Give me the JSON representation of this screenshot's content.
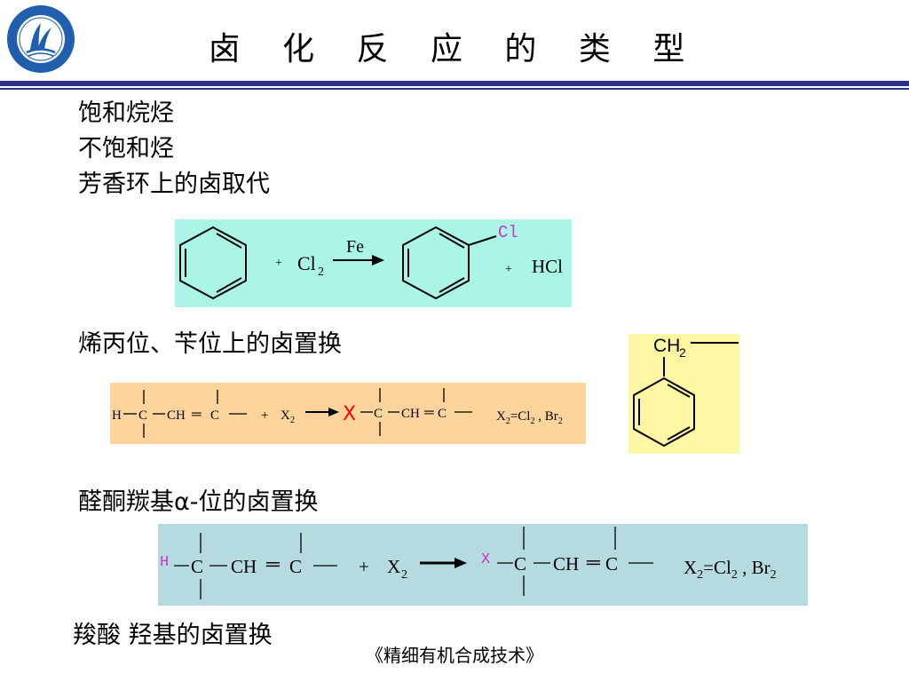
{
  "page": {
    "title": "卤 化 反 应 的 类 型",
    "logo_icon": "university-seal-icon",
    "rule_color": "#2b2f8f"
  },
  "categories": {
    "saturated": "饱和烷烃",
    "unsaturated": "不饱和烃",
    "aromatic": "芳香环上的卤取代",
    "allylic": "烯丙位、苄位上的卤置换",
    "carbonyl_alpha": "醛酮羰基α-位的卤置换",
    "carboxyl": "羧酸 羟基的卤置换"
  },
  "reaction1": {
    "plus1": "+",
    "reagent": "Cl",
    "reagent_sub": "2",
    "catalyst": "Fe",
    "substituent": "Cl",
    "plus2": "+",
    "byproduct": "HCl",
    "bg": "#aaf5e6"
  },
  "reaction2": {
    "h": "H",
    "c1": "C",
    "ch": "CH",
    "eq": "═",
    "c2": "C",
    "plus": "+",
    "x": "X",
    "x_sub": "2",
    "product_x": "X",
    "p_c1": "C",
    "p_ch": "CH",
    "p_eq": "═",
    "p_c2": "C",
    "note_x": "X",
    "note_sub": "2",
    "note_rest": "=Cl",
    "note_sub2": "2",
    "note_br": " , Br",
    "note_sub3": "2",
    "bg": "#fdd49b"
  },
  "benzyl": {
    "ch": "CH",
    "ch_sub": "2",
    "bg": "#fdf7a3"
  },
  "reaction3": {
    "h": "H",
    "c1": "C",
    "ch": "CH",
    "eq": "═",
    "c2": "C",
    "plus": "+",
    "x": "X",
    "x_sub": "2",
    "product_x": "X",
    "p_c1": "C",
    "p_ch": "CH",
    "p_eq": "═",
    "p_c2": "C",
    "note_x": "X",
    "note_sub": "2",
    "note_rest": "=Cl",
    "note_sub2": "2",
    "note_br": " , Br",
    "note_sub3": "2",
    "bg": "#b5dbe0"
  },
  "footer": "《精细有机合成技术》"
}
